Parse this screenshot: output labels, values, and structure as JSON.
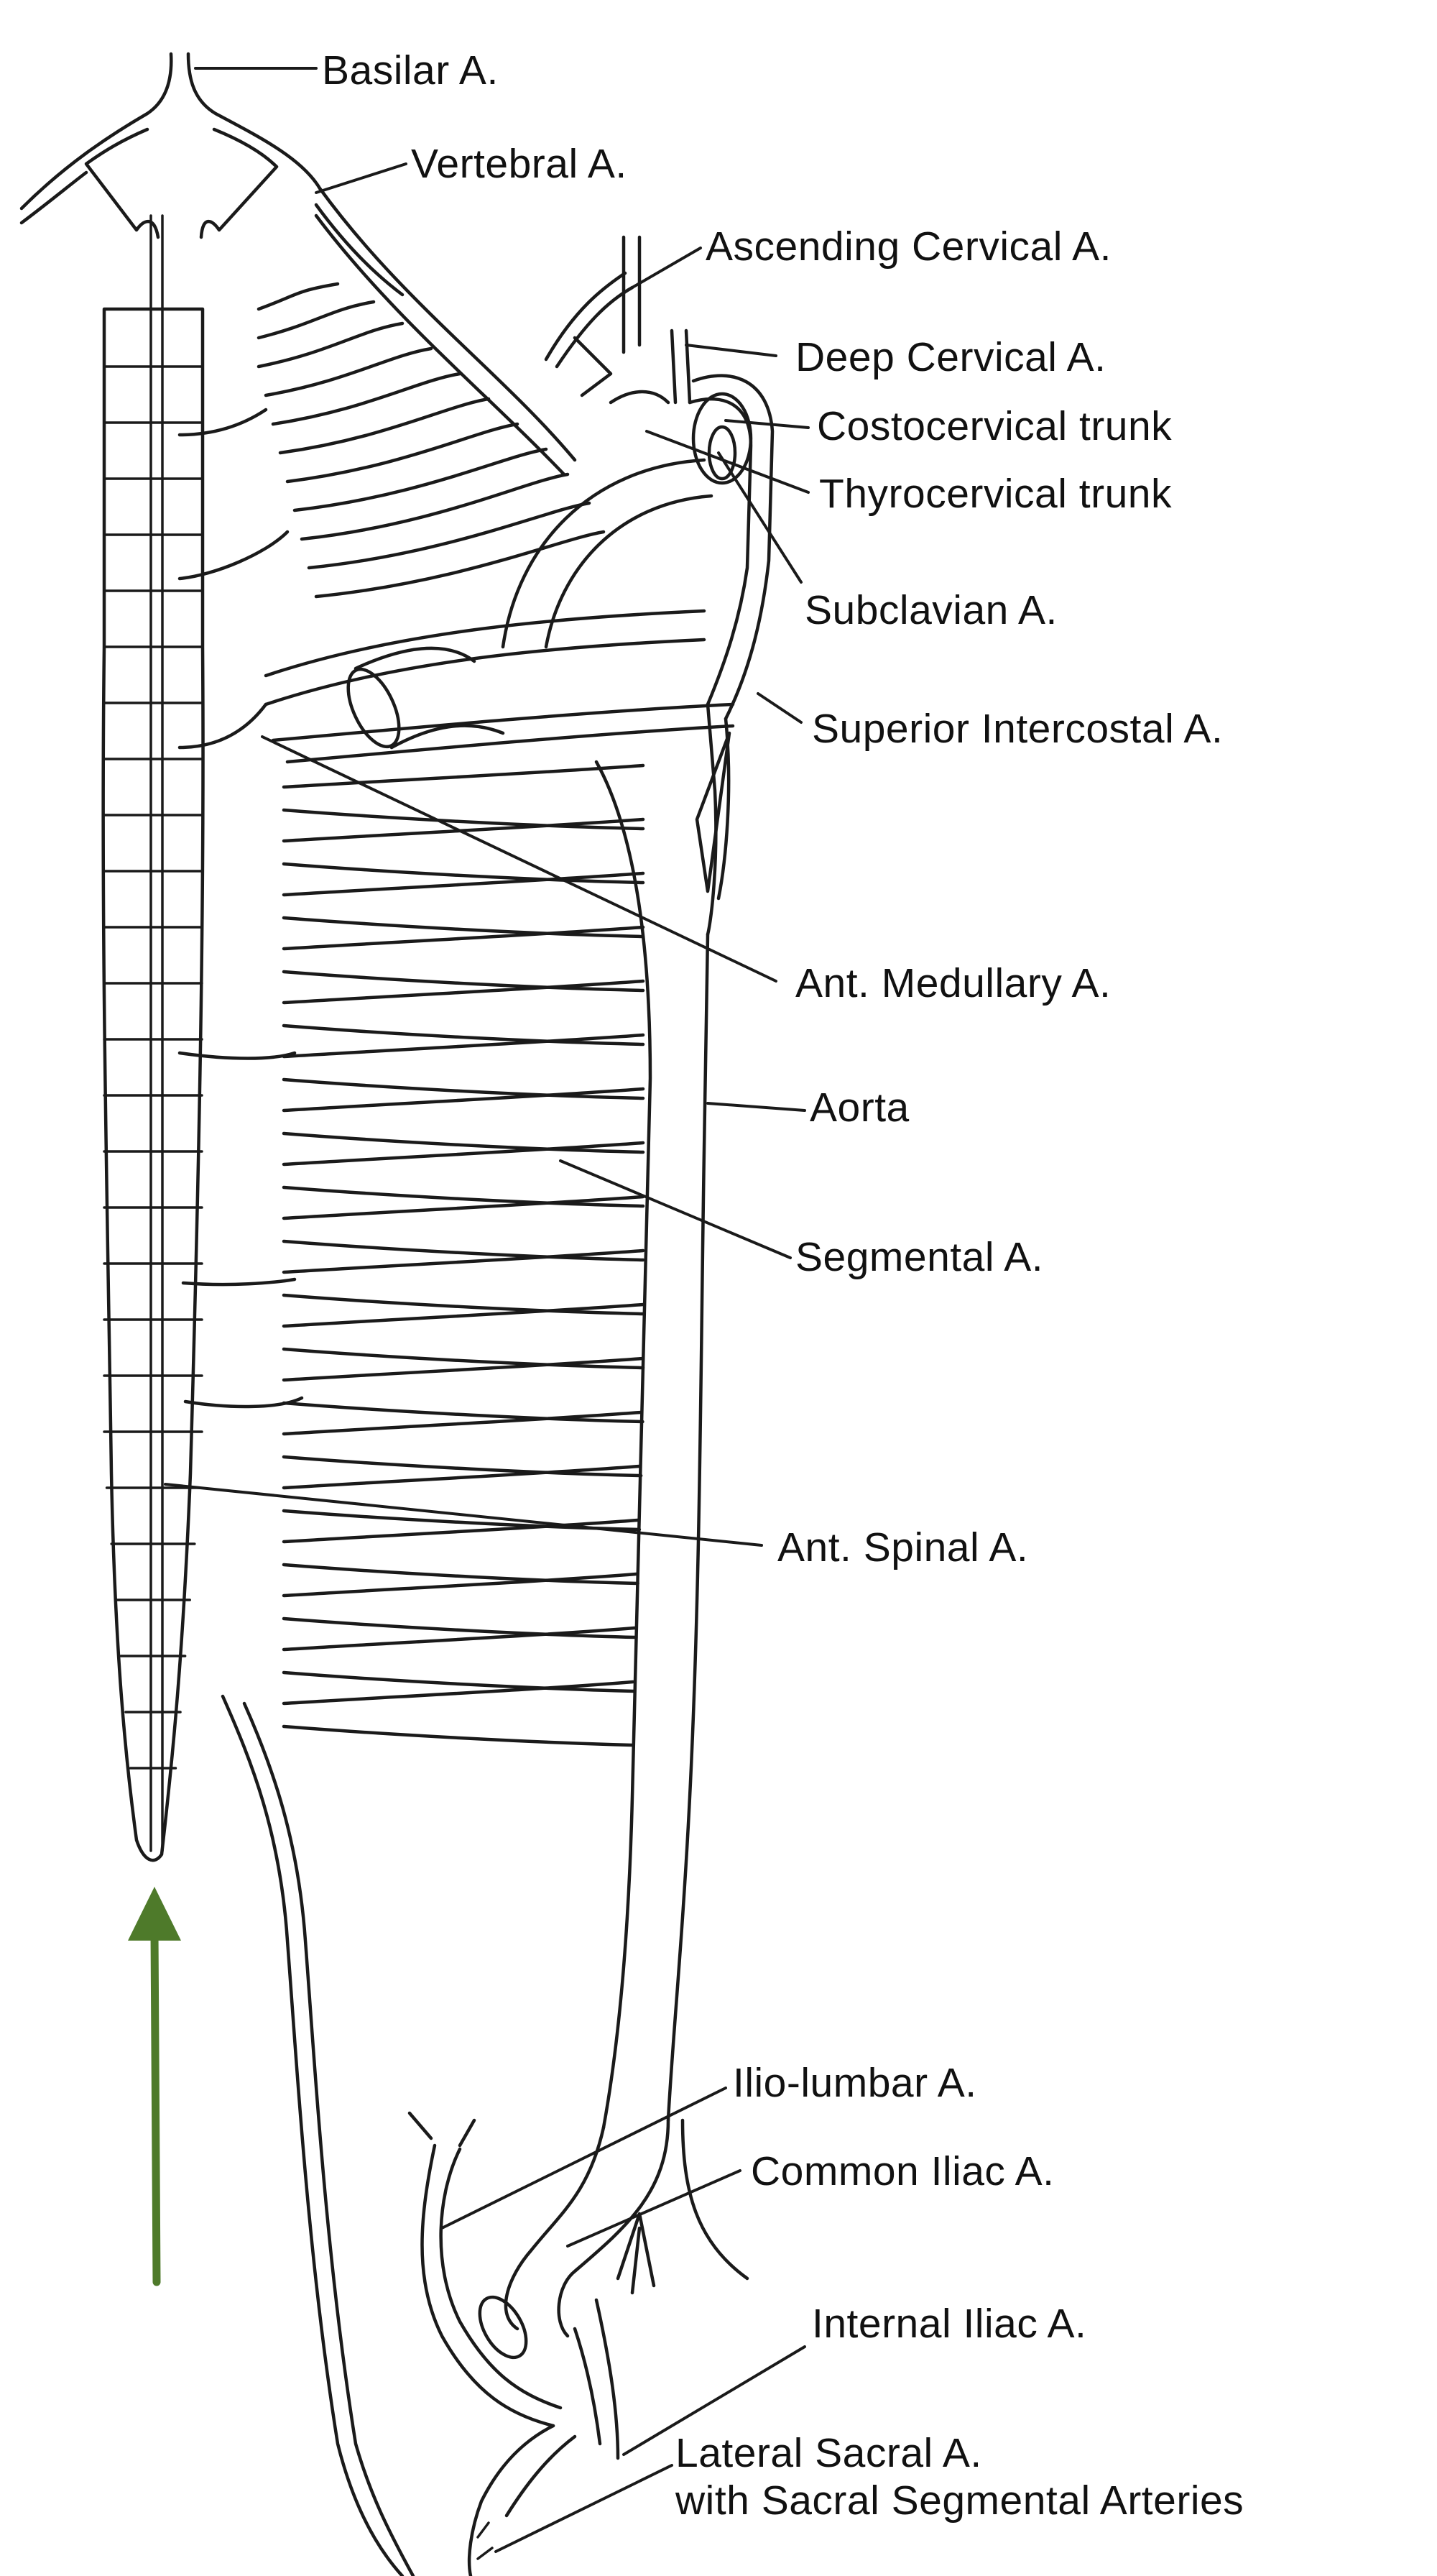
{
  "labels": {
    "basilar": "Basilar A.",
    "vertebral": "Vertebral A.",
    "ascending_cervical": "Ascending Cervical A.",
    "deep_cervical": "Deep Cervical A.",
    "costocervical": "Costocervical trunk",
    "thyrocervical": "Thyrocervical trunk",
    "subclavian": "Subclavian A.",
    "superior_intercostal": "Superior Intercostal A.",
    "ant_medullary": "Ant. Medullary A.",
    "aorta": "Aorta",
    "segmental": "Segmental A.",
    "ant_spinal": "Ant. Spinal A.",
    "ilio_lumbar": "Ilio-lumbar A.",
    "common_iliac": "Common Iliac A.",
    "internal_iliac": "Internal Iliac A.",
    "lateral_sacral_1": "Lateral Sacral A.",
    "lateral_sacral_2": "with Sacral Segmental Arteries"
  },
  "colors": {
    "line": "#1a1a1a",
    "arrow": "#4e7a2a",
    "background": "#ffffff"
  }
}
